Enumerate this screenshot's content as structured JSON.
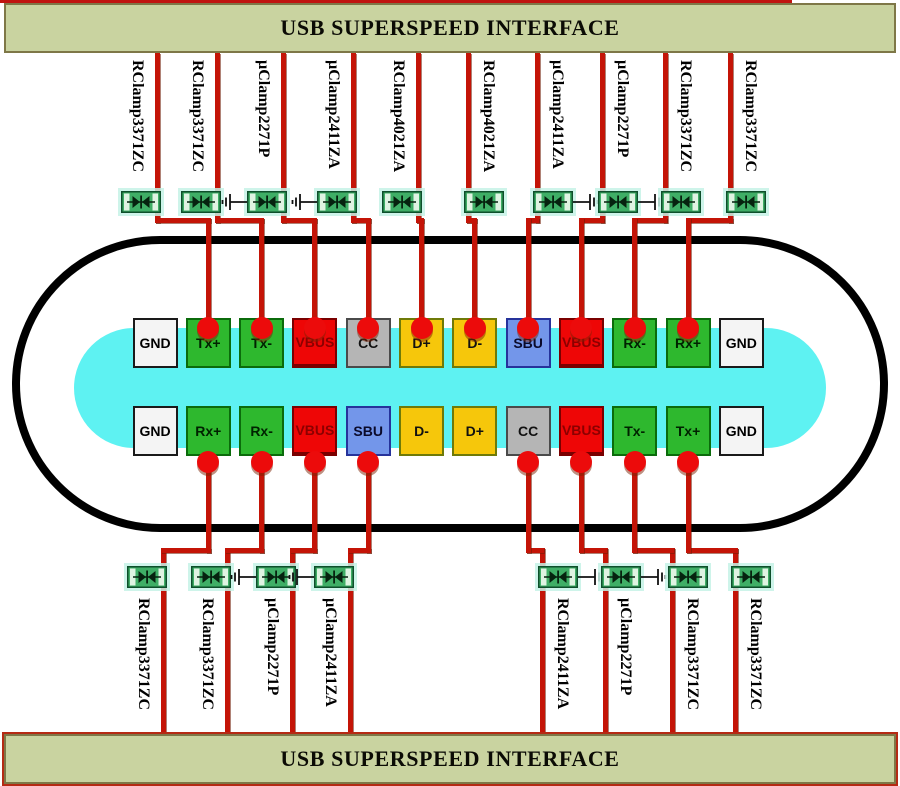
{
  "title_top": "USB SUPERSPEED INTERFACE",
  "title_bottom": "USB SUPERSPEED INTERFACE",
  "colors": {
    "banner_bg": "#c9d3a0",
    "banner_border": "#7e7747",
    "banner_outer_red": "#b52a14",
    "wire_red": "#c41407",
    "dot_red": "#ec0b0b",
    "cavity_cyan": "#5ef2f2",
    "outline_black": "#000000",
    "diode_body_green": "#3fae66",
    "pin_colors": {
      "gnd": {
        "bg": "#f4f4f4",
        "border": "#1a1a1a",
        "text": "#000000"
      },
      "green": {
        "bg": "#2eb82e",
        "border": "#0b6b0b",
        "text": "#002200"
      },
      "vbus": {
        "bg": "#ee0606",
        "border": "#7a0000",
        "text": "#8c0000"
      },
      "cc": {
        "bg": "#b5b5b5",
        "border": "#4a4a4a",
        "text": "#111111"
      },
      "data": {
        "bg": "#f6c70b",
        "border": "#6f7a08",
        "text": "#111111"
      },
      "sbu": {
        "bg": "#7396ea",
        "border": "#26339b",
        "text": "#0a0a2a"
      }
    }
  },
  "pins": {
    "top_row": [
      {
        "label": "GND",
        "type": "gnd"
      },
      {
        "label": "Tx+",
        "type": "green"
      },
      {
        "label": "Tx-",
        "type": "green"
      },
      {
        "label": "VBUS",
        "type": "vbus"
      },
      {
        "label": "CC",
        "type": "cc"
      },
      {
        "label": "D+",
        "type": "data"
      },
      {
        "label": "D-",
        "type": "data"
      },
      {
        "label": "SBU",
        "type": "sbu"
      },
      {
        "label": "VBUS",
        "type": "vbus"
      },
      {
        "label": "Rx-",
        "type": "green"
      },
      {
        "label": "Rx+",
        "type": "green"
      },
      {
        "label": "GND",
        "type": "gnd"
      }
    ],
    "bottom_row": [
      {
        "label": "GND",
        "type": "gnd"
      },
      {
        "label": "Rx+",
        "type": "green"
      },
      {
        "label": "Rx-",
        "type": "green"
      },
      {
        "label": "VBUS",
        "type": "vbus"
      },
      {
        "label": "SBU",
        "type": "sbu"
      },
      {
        "label": "D-",
        "type": "data"
      },
      {
        "label": "D+",
        "type": "data"
      },
      {
        "label": "CC",
        "type": "cc"
      },
      {
        "label": "VBUS",
        "type": "vbus"
      },
      {
        "label": "Tx-",
        "type": "green"
      },
      {
        "label": "Tx+",
        "type": "green"
      },
      {
        "label": "GND",
        "type": "gnd"
      }
    ]
  },
  "protection_top": [
    {
      "label": "RClamp3371ZC",
      "protects": "Tx+",
      "ground_stub": false
    },
    {
      "label": "RClamp3371ZC",
      "protects": "Tx-",
      "ground_stub": false
    },
    {
      "label": "µClamp2271P",
      "protects": "VBUS",
      "ground_stub": true
    },
    {
      "label": "µClamp2411ZA",
      "protects": "CC",
      "ground_stub": true
    },
    {
      "label": "RClamp4021ZA",
      "protects": "D+",
      "ground_stub": false
    },
    {
      "label": "RClamp4021ZA",
      "protects": "D-",
      "ground_stub": false
    },
    {
      "label": "µClamp2411ZA",
      "protects": "SBU",
      "ground_stub": true
    },
    {
      "label": "µClamp2271P",
      "protects": "VBUS",
      "ground_stub": true
    },
    {
      "label": "RClamp3371ZC",
      "protects": "Rx-",
      "ground_stub": false
    },
    {
      "label": "RClamp3371ZC",
      "protects": "Rx+",
      "ground_stub": false
    }
  ],
  "protection_bottom": [
    {
      "label": "RClamp3371ZC",
      "protects": "Rx+",
      "ground_stub": false
    },
    {
      "label": "RClamp3371ZC",
      "protects": "Rx-",
      "ground_stub": false
    },
    {
      "label": "µClamp2271P",
      "protects": "VBUS",
      "ground_stub": true
    },
    {
      "label": "µClamp2411ZA",
      "protects": "SBU",
      "ground_stub": true
    },
    {
      "label": "RClamp2411ZA",
      "protects": "CC",
      "ground_stub": true
    },
    {
      "label": "µClamp2271P",
      "protects": "VBUS",
      "ground_stub": true
    },
    {
      "label": "RClamp3371ZC",
      "protects": "Tx-",
      "ground_stub": false
    },
    {
      "label": "RClamp3371ZC",
      "protects": "Tx+",
      "ground_stub": false
    }
  ]
}
